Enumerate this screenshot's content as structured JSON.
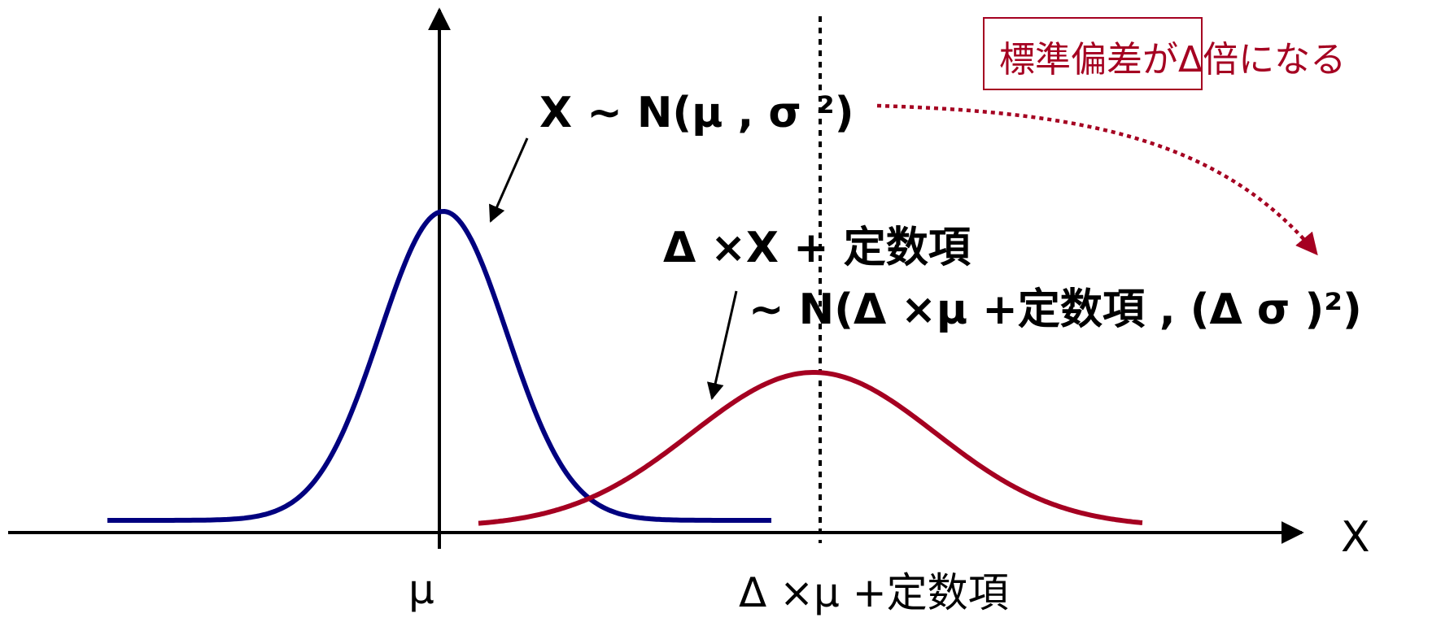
{
  "axis": {
    "x_label": "X"
  },
  "ticks": {
    "mu": "μ",
    "shifted": "Δ ×μ +定数項"
  },
  "labels": {
    "original_dist": "X ∼ N(μ , σ ²)",
    "transform_line1": "Δ ×X + 定数項",
    "transform_line2": "∼ N(Δ ×μ +定数項 , (Δ σ )²)"
  },
  "callout": {
    "text": "標準偏差がΔ倍になる"
  },
  "colors": {
    "axis": "#000000",
    "curve_original": "#00007f",
    "curve_transformed": "#a50021",
    "callout": "#a50021"
  }
}
